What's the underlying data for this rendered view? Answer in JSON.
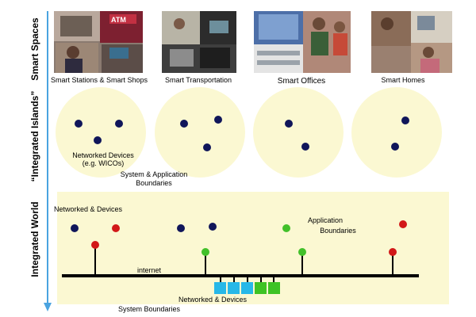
{
  "row_labels": {
    "smart_spaces": "Smart Spaces",
    "integrated_islands": "“Integrated Islands”",
    "integrated_world": "Integrated World"
  },
  "spaces": [
    {
      "label": "Smart Stations & Smart Shops",
      "photo_text": "ATM"
    },
    {
      "label": "Smart Transportation"
    },
    {
      "label": "Smart Offices"
    },
    {
      "label": "Smart Homes"
    }
  ],
  "islands": {
    "networked_devices": "Networked Devices",
    "example": "(e.g. WICOs)",
    "boundaries_line1": "System & Application",
    "boundaries_line2": "Boundaries"
  },
  "world": {
    "networked_devices_top": "Networked & Devices",
    "application_line1": "Application",
    "application_line2": "Boundaries",
    "internet": "internet",
    "networked_devices_bottom": "Networked & Devices",
    "system_boundaries": "System Boundaries"
  },
  "colors": {
    "yellow_fill": "#fbf8d2",
    "navy_dot": "#10165a",
    "red_dot": "#d21818",
    "green_dot": "#42c02a",
    "cyan_box": "#27b8e8",
    "green_box": "#3ec324",
    "arrow_blue": "#4aa3e0"
  }
}
